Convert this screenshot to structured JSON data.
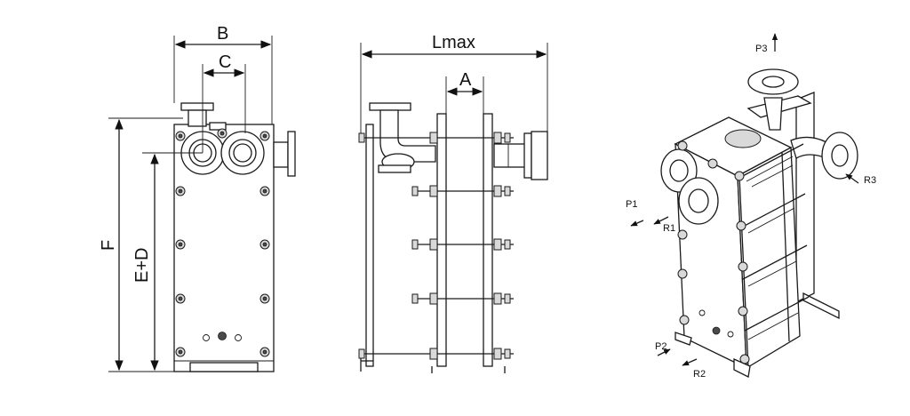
{
  "front_view": {
    "dim_b": "B",
    "dim_c": "C",
    "dim_f": "F",
    "dim_ed": "E+D"
  },
  "side_view": {
    "dim_lmax": "Lmax",
    "dim_a": "A"
  },
  "iso_view": {
    "p1": "P1",
    "p2": "P2",
    "p3": "P3",
    "r1": "R1",
    "r2": "R2",
    "r3": "R3"
  }
}
